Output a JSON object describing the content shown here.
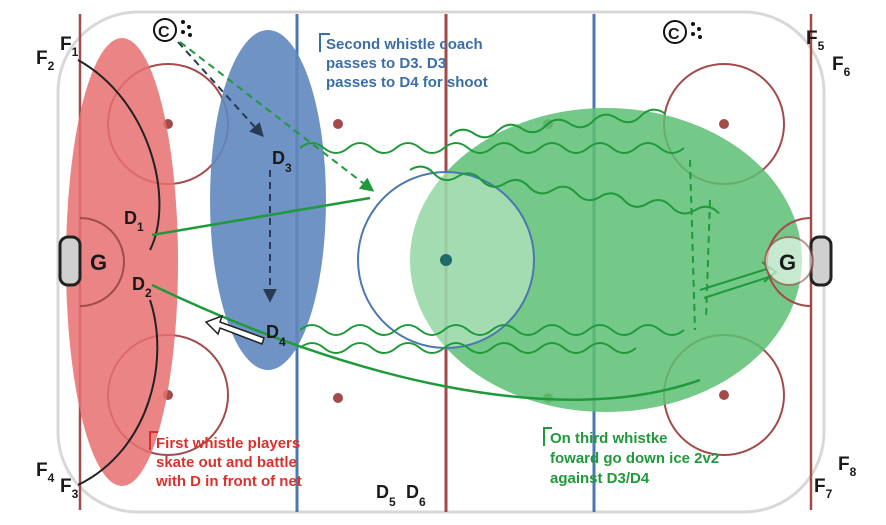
{
  "players": {
    "f1": {
      "base": "F",
      "sub": "1"
    },
    "f2": {
      "base": "F",
      "sub": "2"
    },
    "f3": {
      "base": "F",
      "sub": "3"
    },
    "f4": {
      "base": "F",
      "sub": "4"
    },
    "f5": {
      "base": "F",
      "sub": "5"
    },
    "f6": {
      "base": "F",
      "sub": "6"
    },
    "f7": {
      "base": "F",
      "sub": "7"
    },
    "f8": {
      "base": "F",
      "sub": "8"
    },
    "d1": {
      "base": "D",
      "sub": "1"
    },
    "d2": {
      "base": "D",
      "sub": "2"
    },
    "d3": {
      "base": "D",
      "sub": "3"
    },
    "d4": {
      "base": "D",
      "sub": "4"
    },
    "d5": {
      "base": "D",
      "sub": "5"
    },
    "d6": {
      "base": "D",
      "sub": "6"
    }
  },
  "goalies": {
    "left": "G",
    "right": "G"
  },
  "coach_symbol": "C",
  "notes": {
    "second_whistle": [
      "Second whistle coach",
      "passes to D3.  D3",
      "passes to D4 for shoot"
    ],
    "first_whistle": [
      "First whistle players",
      "skate out and battle",
      "with D in front of net"
    ],
    "third_whistle": [
      "On third whistke",
      "foward go down ice 2v2",
      "against D3/D4"
    ]
  },
  "colors": {
    "rink_line_red": "#a34a4a",
    "blue_line": "#4a78b0",
    "red_zone": "#e87070",
    "blue_zone": "#5f87be",
    "green_zone": "#5cc073",
    "pass_green": "#1f9a3a",
    "skate_dark": "#2a3a55"
  }
}
